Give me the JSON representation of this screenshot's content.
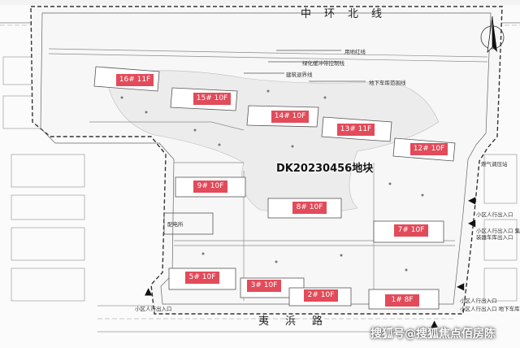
{
  "roads": {
    "north": "中环北线",
    "south": "夷浜路"
  },
  "plot_title": "DK20230456地块",
  "buildings": [
    {
      "id": "b16",
      "label": "16# 11F"
    },
    {
      "id": "b15",
      "label": "15# 10F"
    },
    {
      "id": "b14",
      "label": "14# 10F"
    },
    {
      "id": "b13",
      "label": "13# 11F"
    },
    {
      "id": "b12",
      "label": "12# 10F"
    },
    {
      "id": "b9",
      "label": "9# 10F"
    },
    {
      "id": "b8",
      "label": "8# 10F"
    },
    {
      "id": "b7",
      "label": "7# 10F"
    },
    {
      "id": "b5",
      "label": "5# 10F"
    },
    {
      "id": "b3",
      "label": "3# 10F"
    },
    {
      "id": "b2",
      "label": "2# 10F"
    },
    {
      "id": "b1",
      "label": "1# 8F"
    }
  ],
  "legend": {
    "item1": "用地红线",
    "item2": "绿化缓冲带控制线",
    "item3": "建筑退界线",
    "item4": "地下车库范围线"
  },
  "annotations": {
    "power_room": "配电所",
    "gas_station": "燃气调压站",
    "entrance_ped_east": "小区人行出入口",
    "entrance_mixed_east": "小区人行出入口 集装器车库出入口",
    "entrance_ped_sw": "小区人行出入口",
    "entrance_ped_se": "小区人行出入口",
    "entrance_mixed_se": "小区人行出入口 地下车库出入口"
  },
  "watermark": "搜狐号@搜狐焦点佰房陈",
  "colors": {
    "building_fill": "#e24b5a",
    "line": "#333333",
    "road": "#9a9a9a"
  },
  "icons": {
    "north_arrow": "north-arrow-icon",
    "entrance": "triangle-arrow-icon"
  }
}
